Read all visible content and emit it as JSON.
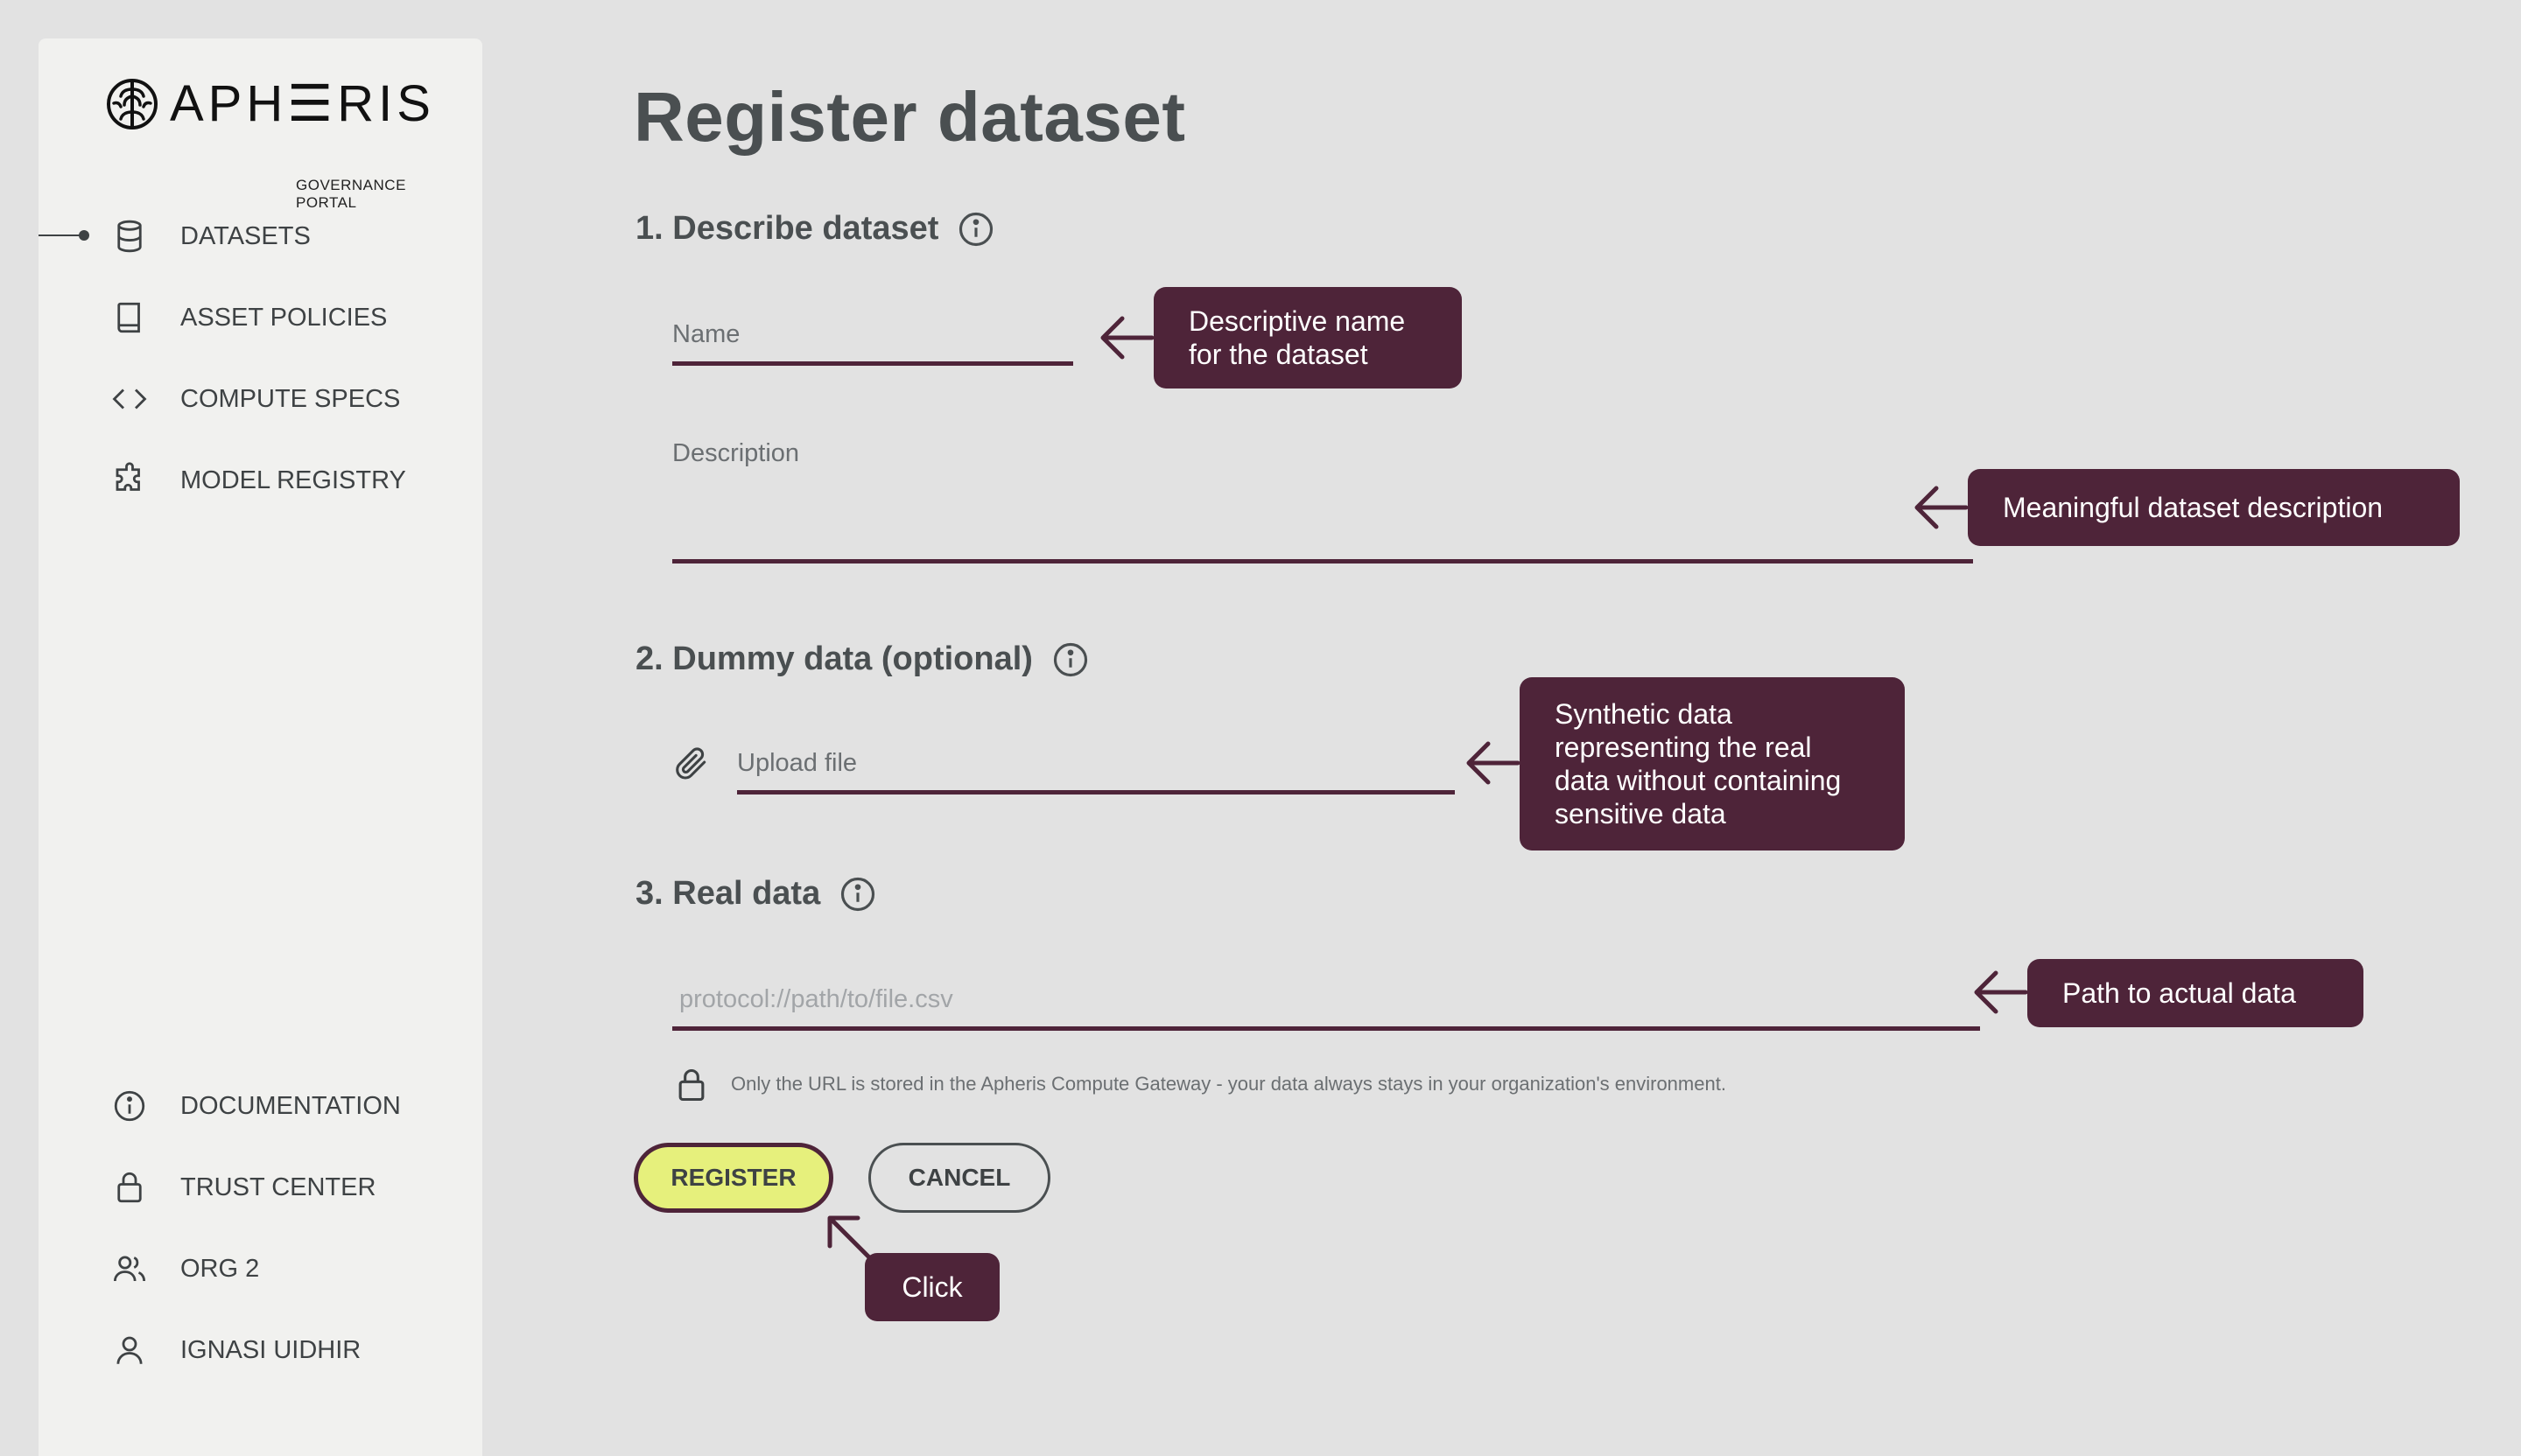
{
  "brand": {
    "name": "APH☰RIS",
    "subtitle": "GOVERNANCE PORTAL"
  },
  "sidebar": {
    "top_items": [
      {
        "label": "DATASETS",
        "icon": "database-icon",
        "active": true
      },
      {
        "label": "ASSET POLICIES",
        "icon": "book-icon"
      },
      {
        "label": "COMPUTE SPECS",
        "icon": "code-icon"
      },
      {
        "label": "MODEL REGISTRY",
        "icon": "puzzle-icon"
      }
    ],
    "bottom_items": [
      {
        "label": "DOCUMENTATION",
        "icon": "info-icon"
      },
      {
        "label": "TRUST CENTER",
        "icon": "lock-icon"
      },
      {
        "label": "ORG 2",
        "icon": "users-icon"
      },
      {
        "label": "IGNASI UIDHIR",
        "icon": "user-icon"
      }
    ]
  },
  "main": {
    "title": "Register dataset",
    "sections": [
      {
        "title": "1. Describe dataset"
      },
      {
        "title": "2. Dummy data (optional)"
      },
      {
        "title": "3. Real data"
      }
    ],
    "name_field": {
      "label": "Name"
    },
    "description_field": {
      "label": "Description"
    },
    "upload_field": {
      "label": "Upload file"
    },
    "real_data_field": {
      "placeholder": "protocol://path/to/file.csv"
    },
    "privacy_note": "Only the URL is stored in the Apheris Compute Gateway - your data always stays in your organization's environment.",
    "register_label": "REGISTER",
    "cancel_label": "CANCEL"
  },
  "callouts": {
    "name": [
      "Descriptive name",
      "for the dataset"
    ],
    "description": "Meaningful dataset description",
    "dummy": [
      "Synthetic data",
      "representing the real",
      "data without containing",
      "sensitive data"
    ],
    "real": "Path to actual data",
    "click": "Click"
  },
  "colors": {
    "background": "#e2e2e2",
    "sidebar": "#f1f1ef",
    "accent": "#4e2439",
    "register_button": "#e6f07c"
  }
}
